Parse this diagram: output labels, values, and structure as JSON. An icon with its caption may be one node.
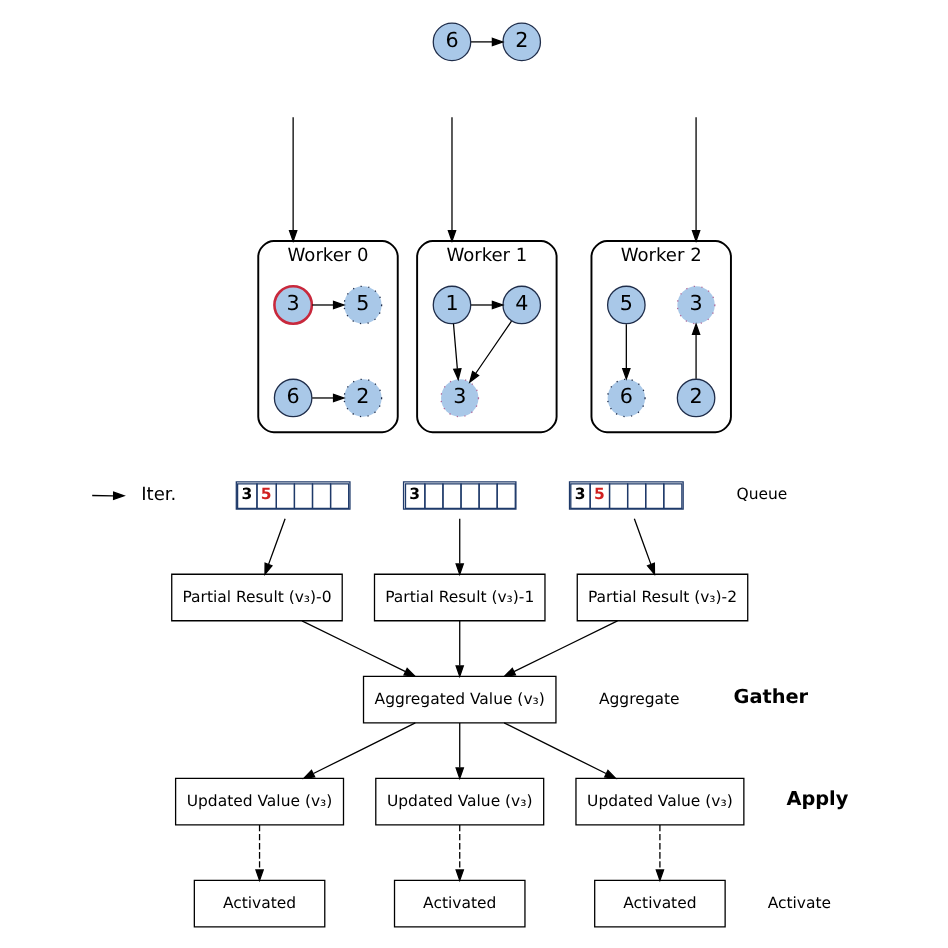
{
  "diagram": {
    "nodes": [
      {
        "text": [
          "2"
        ]
      },
      {
        "text": [
          "6"
        ]
      },
      {
        "text": [
          "Worker 0"
        ]
      },
      {
        "text": [
          "Worker 1"
        ]
      },
      {
        "text": [
          "Worker 2"
        ]
      },
      {
        "text": [
          "3"
        ],
        "in": 2
      },
      {
        "text": [
          "5"
        ],
        "in": 2
      },
      {
        "text": [
          "2"
        ],
        "in": 2
      },
      {
        "text": [
          "6"
        ],
        "in": 2
      },
      {
        "text": [
          "1"
        ],
        "in": 3
      },
      {
        "text": [
          "4"
        ],
        "in": 3
      },
      {
        "text": [
          "3"
        ],
        "in": 3
      },
      {
        "text": [
          "3"
        ],
        "in": 4
      },
      {
        "text": [
          "5"
        ],
        "in": 4
      },
      {
        "text": [
          "2"
        ],
        "in": 4
      },
      {
        "text": [
          "6"
        ],
        "in": 4
      },
      {
        "text": [
          "3",
          "5"
        ]
      },
      {
        "text": [
          "3"
        ]
      },
      {
        "text": [
          "3",
          "5"
        ]
      },
      {
        "text": [
          "Partial Result (v₃)-0"
        ]
      },
      {
        "text": [
          "Partial Result (v₃)-1"
        ]
      },
      {
        "text": [
          "Partial Result (v₃)-2"
        ]
      },
      {
        "text": [
          "Aggregated Value (v₃)"
        ]
      },
      {
        "text": [
          "Updated Value (v₃)"
        ]
      },
      {
        "text": [
          "Updated Value (v₃)"
        ]
      },
      {
        "text": [
          "Updated Value (v₃)"
        ]
      },
      {
        "text": [
          "Activated"
        ]
      },
      {
        "text": [
          "Activated"
        ]
      },
      {
        "text": [
          "Activated"
        ]
      },
      {
        "text": [
          "Iter."
        ]
      }
    ],
    "edges": [
      {
        "from": 1,
        "to": 0,
        "arrow": "to"
      },
      {
        "from": null,
        "to": 2,
        "arrow": "to"
      },
      {
        "from": null,
        "to": 3,
        "arrow": "to"
      },
      {
        "from": null,
        "to": 4,
        "arrow": "to"
      },
      {
        "from": 5,
        "to": 6,
        "arrow": "to"
      },
      {
        "from": 8,
        "to": 7,
        "arrow": "to"
      },
      {
        "from": 9,
        "to": 10,
        "arrow": "to"
      },
      {
        "from": 9,
        "to": 11,
        "arrow": "to"
      },
      {
        "from": 10,
        "to": 11,
        "arrow": "to"
      },
      {
        "from": 14,
        "to": 12,
        "arrow": "to"
      },
      {
        "from": 13,
        "to": 15,
        "arrow": "to"
      },
      {
        "from": 16,
        "to": 19,
        "arrow": "to"
      },
      {
        "from": 17,
        "to": 20,
        "arrow": "to"
      },
      {
        "from": 18,
        "to": 21,
        "arrow": "to"
      },
      {
        "from": 19,
        "to": 22,
        "arrow": "to"
      },
      {
        "from": 20,
        "to": 22,
        "arrow": "to"
      },
      {
        "from": 21,
        "to": 22,
        "arrow": "to"
      },
      {
        "from": 22,
        "to": 23,
        "arrow": "to"
      },
      {
        "from": 22,
        "to": 24,
        "arrow": "to"
      },
      {
        "from": 22,
        "to": 25,
        "arrow": "to"
      },
      {
        "from": 23,
        "to": 26,
        "arrow": "to",
        "style": "dashed"
      },
      {
        "from": 24,
        "to": 27,
        "arrow": "to",
        "style": "dashed"
      },
      {
        "from": 25,
        "to": 28,
        "arrow": "to",
        "style": "dashed"
      },
      {
        "from": null,
        "to": 29,
        "arrow": "to"
      }
    ],
    "labels": [
      "Queue",
      "Aggregate",
      "Gather",
      "Apply",
      "Activate"
    ]
  }
}
